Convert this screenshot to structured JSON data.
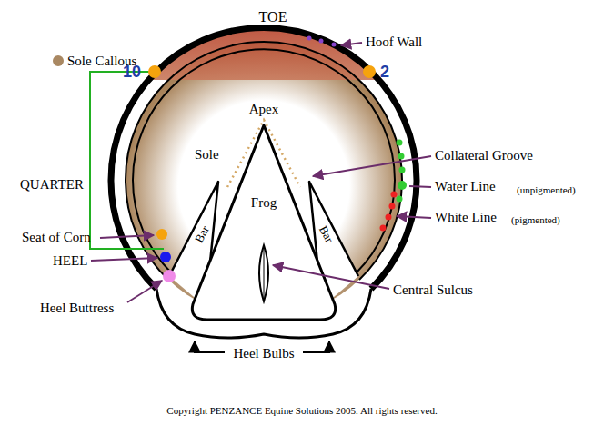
{
  "diagram": {
    "labels": [
      "TOE",
      "Hoof Wall",
      "Sole Callous",
      "10",
      "2",
      "Apex",
      "Sole",
      "Collateral Groove",
      "Water Line",
      "(unpigmented)",
      "White Line",
      "(pigmented)",
      "QUARTER",
      "Bar",
      "Frog",
      "Bar",
      "Seat of Corn",
      "HEEL",
      "Heel Buttress",
      "Central Sulcus",
      "Heel Bulbs",
      "Copyright PENZANCE Equine Solutions 2005. All rights reserved."
    ]
  }
}
